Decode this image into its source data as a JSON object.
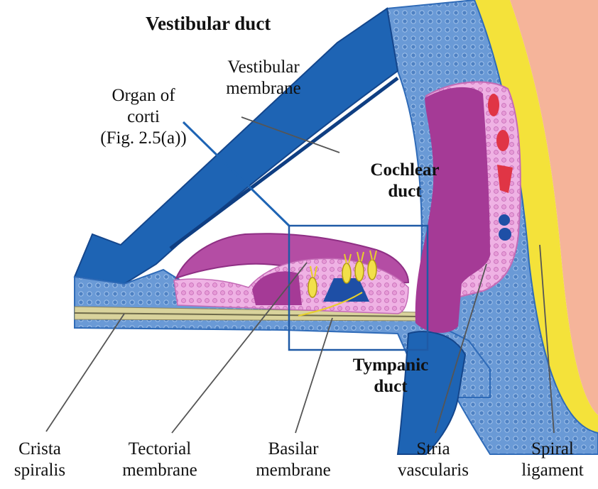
{
  "labels": {
    "vestibular_duct": "Vestibular duct",
    "vestibular_membrane_1": "Vestibular",
    "vestibular_membrane_2": "membrane",
    "organ_of_corti_1": "Organ of",
    "organ_of_corti_2": "corti",
    "organ_of_corti_3": "(Fig. 2.5(a))",
    "cochlear_duct_1": "Cochlear",
    "cochlear_duct_2": "duct",
    "tympanic_duct_1": "Tympanic",
    "tympanic_duct_2": "duct",
    "crista_spiralis_1": "Crista",
    "crista_spiralis_2": "spiralis",
    "tectorial_membrane_1": "Tectorial",
    "tectorial_membrane_2": "membrane",
    "basilar_membrane_1": "Basilar",
    "basilar_membrane_2": "membrane",
    "stria_vascularis_1": "Stria",
    "stria_vascularis_2": "vascularis",
    "spiral_ligament_1": "Spiral",
    "spiral_ligament_2": "ligament"
  },
  "colors": {
    "bone_peach": "#f5b49a",
    "outer_yellow": "#f4e23a",
    "tissue_blue": "#5b8fcf",
    "wall_blue": "#1e64b4",
    "dark_blue": "#14468c",
    "pink_tissue": "#e79ad7",
    "magenta": "#a53a96",
    "hair_cell_yellow": "#f2e04a",
    "blood_red": "#e03545",
    "box_outline": "#1f5aa6",
    "leader_line": "#444444"
  }
}
